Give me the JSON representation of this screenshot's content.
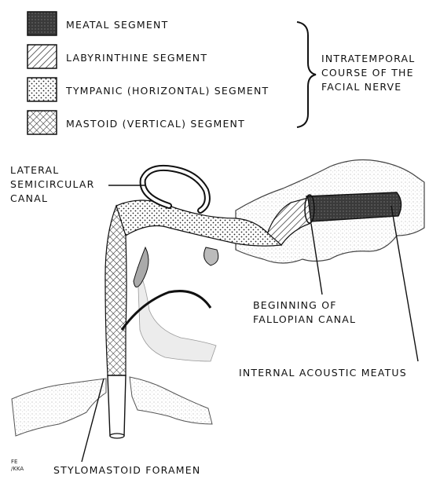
{
  "legend": {
    "items": [
      {
        "label": "MEATAL SEGMENT",
        "pattern": "solid-dark"
      },
      {
        "label": "LABYRINTHINE SEGMENT",
        "pattern": "diagonal-lines"
      },
      {
        "label": "TYMPANIC (HORIZONTAL) SEGMENT",
        "pattern": "dots"
      },
      {
        "label": "MASTOID (VERTICAL) SEGMENT",
        "pattern": "crosshatch"
      }
    ],
    "group_label_lines": [
      "INTRATEMPORAL",
      "COURSE OF THE",
      "FACIAL NERVE"
    ]
  },
  "annotations": {
    "lateral_canal": [
      "LATERAL",
      "SEMICIRCULAR",
      "CANAL"
    ],
    "fallopian": [
      "BEGINNING OF",
      "FALLOPIAN CANAL"
    ],
    "acoustic": "INTERNAL ACOUSTIC MEATUS",
    "stylomastoid": "STYLOMASTOID FORAMEN"
  },
  "signature": [
    "FE",
    "/KKA"
  ],
  "colors": {
    "ink": "#111111",
    "paper": "#ffffff",
    "bone": "#dcdcdc"
  }
}
